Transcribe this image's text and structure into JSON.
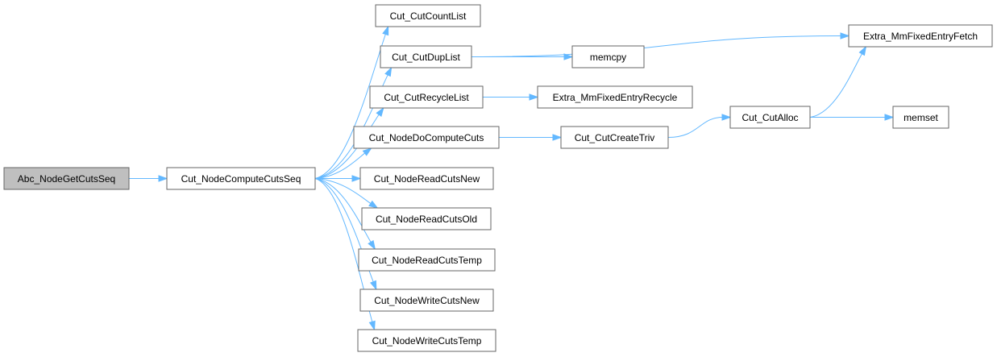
{
  "colors": {
    "node_fill": "#ffffff",
    "root_fill": "#bfbfbf",
    "node_border": "#666666",
    "edge": "#63b8ff",
    "text": "#000000"
  },
  "nodes": {
    "abc_nodegetcutsseq": "Abc_NodeGetCutsSeq",
    "cut_nodecomputecutsseq": "Cut_NodeComputeCutsSeq",
    "cut_cutcountlist": "Cut_CutCountList",
    "cut_cutduplist": "Cut_CutDupList",
    "cut_cutrecyclelist": "Cut_CutRecycleList",
    "cut_nodedocomputecuts": "Cut_NodeDoComputeCuts",
    "cut_nodereadcutsnew": "Cut_NodeReadCutsNew",
    "cut_nodereadcutsold": "Cut_NodeReadCutsOld",
    "cut_nodereadcutstemp": "Cut_NodeReadCutsTemp",
    "cut_nodewritecutsnew": "Cut_NodeWriteCutsNew",
    "cut_nodewritecutstemp": "Cut_NodeWriteCutsTemp",
    "memcpy": "memcpy",
    "extra_mmfixedentryrecycle": "Extra_MmFixedEntryRecycle",
    "cut_cutcreatetriv": "Cut_CutCreateTriv",
    "cut_cutalloc": "Cut_CutAlloc",
    "extra_mmfixedentryfetch": "Extra_MmFixedEntryFetch",
    "memset": "memset"
  },
  "edges": [
    [
      "abc_nodegetcutsseq",
      "cut_nodecomputecutsseq"
    ],
    [
      "cut_nodecomputecutsseq",
      "cut_cutcountlist"
    ],
    [
      "cut_nodecomputecutsseq",
      "cut_cutduplist"
    ],
    [
      "cut_nodecomputecutsseq",
      "cut_cutrecyclelist"
    ],
    [
      "cut_nodecomputecutsseq",
      "cut_nodedocomputecuts"
    ],
    [
      "cut_nodecomputecutsseq",
      "cut_nodereadcutsnew"
    ],
    [
      "cut_nodecomputecutsseq",
      "cut_nodereadcutsold"
    ],
    [
      "cut_nodecomputecutsseq",
      "cut_nodereadcutstemp"
    ],
    [
      "cut_nodecomputecutsseq",
      "cut_nodewritecutsnew"
    ],
    [
      "cut_nodecomputecutsseq",
      "cut_nodewritecutstemp"
    ],
    [
      "cut_cutduplist",
      "extra_mmfixedentryfetch"
    ],
    [
      "cut_cutduplist",
      "memcpy"
    ],
    [
      "cut_cutrecyclelist",
      "extra_mmfixedentryrecycle"
    ],
    [
      "cut_nodedocomputecuts",
      "cut_cutcreatetriv"
    ],
    [
      "cut_cutcreatetriv",
      "cut_cutalloc"
    ],
    [
      "cut_cutalloc",
      "extra_mmfixedentryfetch"
    ],
    [
      "cut_cutalloc",
      "memset"
    ]
  ]
}
